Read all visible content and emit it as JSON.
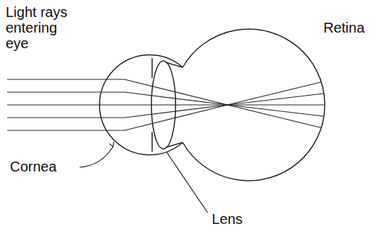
{
  "diagram": {
    "labels": [
      "Light rays entering eye",
      "Retina",
      "Cornea",
      "Lens"
    ]
  }
}
